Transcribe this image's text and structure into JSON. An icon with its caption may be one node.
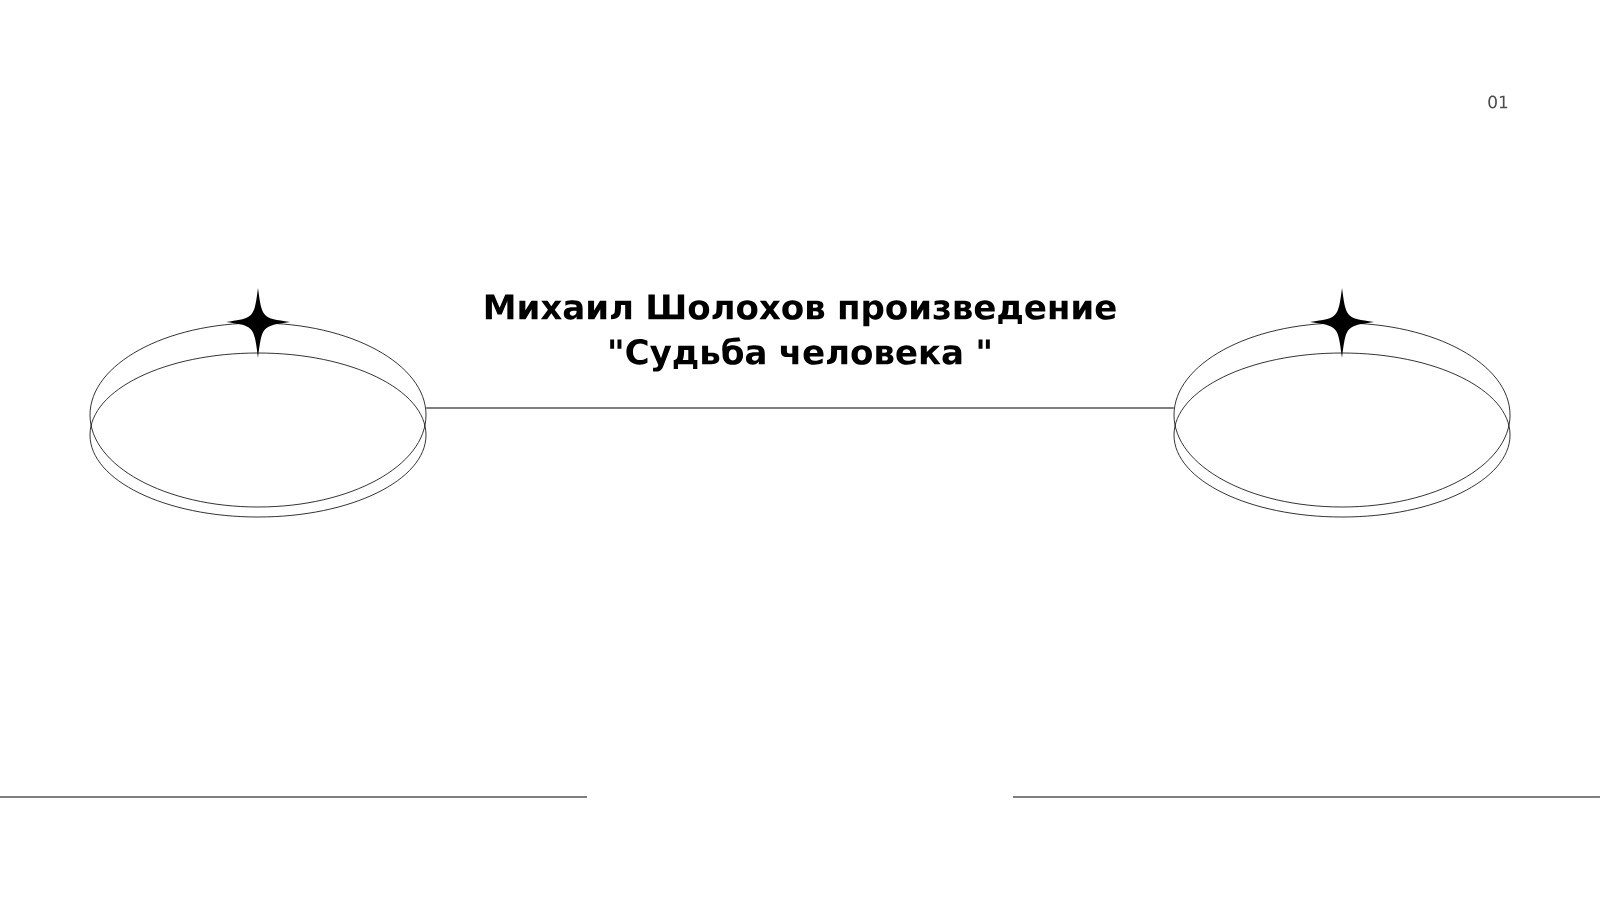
{
  "diagram": {
    "title": "Михаил Шолохов произведение \"Судьба человека \"",
    "nodes": [
      {
        "text": [],
        "shape": "circle"
      },
      {
        "text": [],
        "shape": "circle"
      }
    ],
    "edges": [
      {
        "from": 0,
        "to": 1,
        "arrow": "none"
      }
    ],
    "labels": [
      "01"
    ]
  }
}
